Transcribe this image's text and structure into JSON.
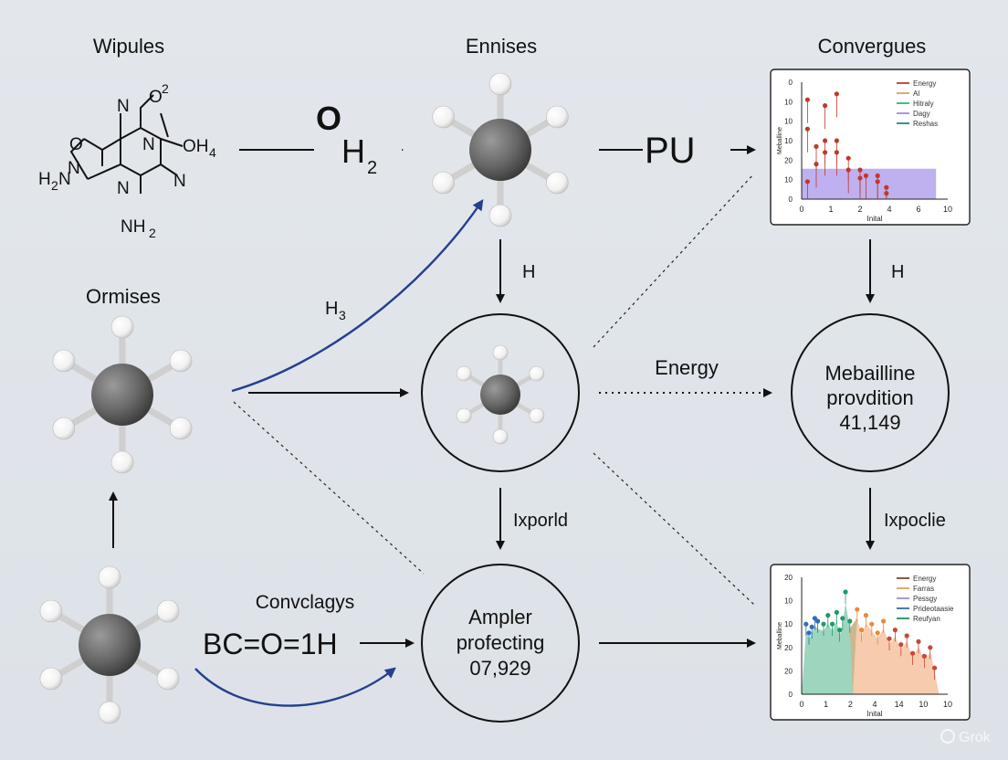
{
  "labels": {
    "wipules": "Wipules",
    "ennises": "Ennises",
    "convergues": "Convergues",
    "ormises": "Ormises",
    "h_mid": "H",
    "h_right": "H",
    "h3": "H",
    "h3_sub": "3",
    "energy": "Energy",
    "ixporld": "Ixporld",
    "ixpoclie": "Ixpoclie",
    "convclagys": "Convclagys",
    "o_formula": "O",
    "h2_formula": "H",
    "h2_sub": "2",
    "pu": "PU",
    "bc_formula": "BC=O=1H"
  },
  "molecule": {
    "n_top": "N",
    "o2": "O",
    "sub2": "2",
    "n_mid": "N",
    "o_left": "O",
    "oh4": "OH",
    "sub4": "4",
    "h2n_top": "N",
    "h2n": "H",
    "h2n_sub": "2",
    "n_right": "N",
    "h2n_lower": "N",
    "h2n_lower_h": "H",
    "h2n_lower_sub": "2",
    "n_bottom": "N",
    "nh2": "NH",
    "nh2_sub": "2"
  },
  "nodes": {
    "meballine": {
      "line1": "Mebailline",
      "line2": "provdition",
      "line3": "41,149"
    },
    "ampler": {
      "line1": "Ampler",
      "line2": "profecting",
      "line3": "07,929"
    }
  },
  "watermark": "Grok",
  "colors": {
    "arrow": "#111111",
    "curve": "#24408e",
    "atom_center": "#6a6a6a",
    "atom_h": "#ffffff"
  },
  "chart_data": [
    {
      "type": "scatter",
      "yaxis_ticks": [
        "0",
        "10",
        "10",
        "10",
        "20",
        "10",
        "0"
      ],
      "xaxis_ticks": [
        "0",
        "1",
        "2",
        "4",
        "6",
        "10"
      ],
      "xlabel": "Inital",
      "ylabel": "Meballine",
      "legend": [
        "Energy",
        "Al",
        "Hitraly",
        "Dagy",
        "Reshas"
      ],
      "legend_colors": [
        "#c0392b",
        "#e3a15a",
        "#3bb07a",
        "#9b8fe0",
        "#1f8f6a"
      ],
      "legend_position": "top-right",
      "x_range": [
        0,
        10
      ],
      "y_range": [
        0,
        10
      ],
      "area": {
        "x": [
          0,
          9.2
        ],
        "y": 2.6,
        "color": "#a48ee8"
      },
      "points": [
        {
          "x": 0.4,
          "y": 6.0
        },
        {
          "x": 0.4,
          "y": 1.5
        },
        {
          "x": 0.4,
          "y": 8.5
        },
        {
          "x": 1.0,
          "y": 4.5
        },
        {
          "x": 1.0,
          "y": 3.0
        },
        {
          "x": 1.6,
          "y": 8.0
        },
        {
          "x": 1.6,
          "y": 4.0
        },
        {
          "x": 1.6,
          "y": 5.0
        },
        {
          "x": 2.4,
          "y": 9.0
        },
        {
          "x": 2.4,
          "y": 4.0
        },
        {
          "x": 2.4,
          "y": 5.0
        },
        {
          "x": 3.2,
          "y": 3.5
        },
        {
          "x": 3.2,
          "y": 2.5
        },
        {
          "x": 4.0,
          "y": 2.5
        },
        {
          "x": 4.0,
          "y": 1.8
        },
        {
          "x": 4.4,
          "y": 2.0
        },
        {
          "x": 5.2,
          "y": 1.5
        },
        {
          "x": 5.2,
          "y": 2.0
        },
        {
          "x": 5.8,
          "y": 1.0
        },
        {
          "x": 5.8,
          "y": 0.5
        }
      ]
    },
    {
      "type": "scatter",
      "yaxis_ticks": [
        "20",
        "10",
        "10",
        "20",
        "20",
        "0"
      ],
      "xaxis_ticks": [
        "0",
        "1",
        "2",
        "4",
        "14",
        "10",
        "10"
      ],
      "xlabel": "Inital",
      "ylabel": "Meballine",
      "legend": [
        "Energy",
        "Farras",
        "Pessgy",
        "Prideotaasie",
        "Reufyan"
      ],
      "legend_colors": [
        "#7a4a2a",
        "#e3a15a",
        "#9b8fe0",
        "#3a6ea5",
        "#1f8f6a"
      ],
      "legend_position": "top-right",
      "x_range": [
        0,
        10
      ],
      "y_range": [
        0,
        20
      ],
      "area": [
        {
          "name": "blue-green",
          "color": "#4fb38a",
          "x": [
            0,
            3.5
          ]
        },
        {
          "name": "orange",
          "color": "#f0a06a",
          "x": [
            3.5,
            9.4
          ]
        }
      ],
      "points": [
        {
          "x": 0.3,
          "y": 12.0,
          "s": "b"
        },
        {
          "x": 0.5,
          "y": 10.5,
          "s": "b"
        },
        {
          "x": 0.7,
          "y": 11.5,
          "s": "b"
        },
        {
          "x": 0.9,
          "y": 13.0,
          "s": "b"
        },
        {
          "x": 1.1,
          "y": 12.5,
          "s": "b"
        },
        {
          "x": 1.5,
          "y": 12.0,
          "s": "g"
        },
        {
          "x": 1.8,
          "y": 13.5,
          "s": "g"
        },
        {
          "x": 2.1,
          "y": 12.0,
          "s": "g"
        },
        {
          "x": 2.4,
          "y": 14.0,
          "s": "g"
        },
        {
          "x": 2.6,
          "y": 11.0,
          "s": "g"
        },
        {
          "x": 2.8,
          "y": 13.0,
          "s": "g"
        },
        {
          "x": 3.0,
          "y": 17.5,
          "s": "g"
        },
        {
          "x": 3.3,
          "y": 12.5,
          "s": "g"
        },
        {
          "x": 3.8,
          "y": 14.5,
          "s": "o"
        },
        {
          "x": 4.1,
          "y": 11.0,
          "s": "o"
        },
        {
          "x": 4.4,
          "y": 13.5,
          "s": "o"
        },
        {
          "x": 4.8,
          "y": 12.0,
          "s": "o"
        },
        {
          "x": 5.2,
          "y": 10.5,
          "s": "o"
        },
        {
          "x": 5.6,
          "y": 12.5,
          "s": "o"
        },
        {
          "x": 6.0,
          "y": 9.5,
          "s": "r"
        },
        {
          "x": 6.4,
          "y": 11.0,
          "s": "r"
        },
        {
          "x": 6.8,
          "y": 8.5,
          "s": "r"
        },
        {
          "x": 7.2,
          "y": 10.0,
          "s": "r"
        },
        {
          "x": 7.6,
          "y": 7.0,
          "s": "r"
        },
        {
          "x": 8.0,
          "y": 9.0,
          "s": "r"
        },
        {
          "x": 8.4,
          "y": 6.5,
          "s": "r"
        },
        {
          "x": 8.8,
          "y": 8.0,
          "s": "r"
        },
        {
          "x": 9.1,
          "y": 4.5,
          "s": "r"
        }
      ]
    }
  ]
}
